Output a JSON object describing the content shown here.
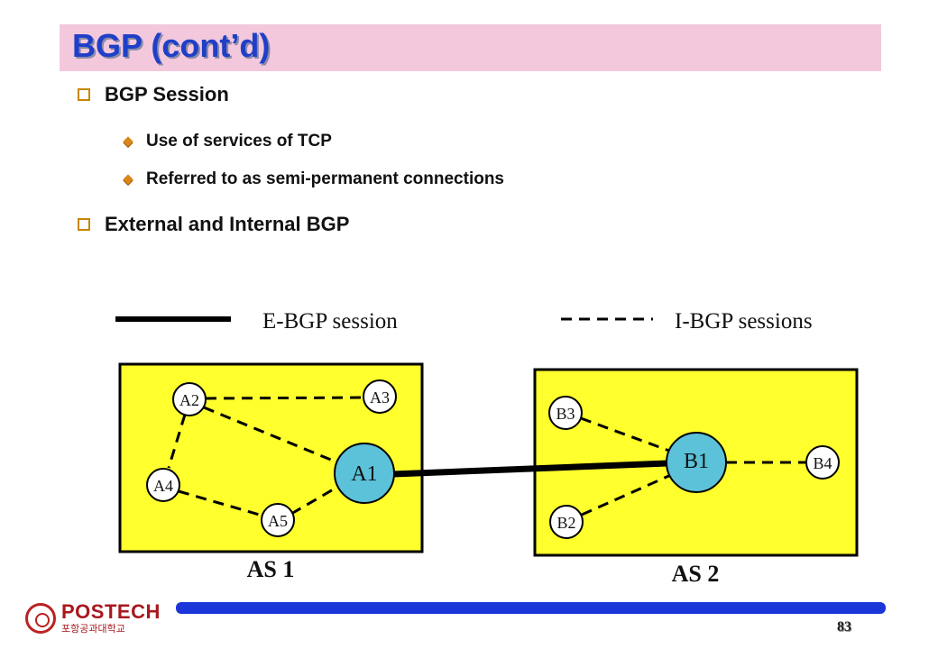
{
  "slide": {
    "title": "BGP (cont’d)",
    "bullets": [
      {
        "text": "BGP Session",
        "subs": [
          "Use of services of TCP",
          "Referred to as semi-permanent connections"
        ]
      },
      {
        "text": "External and Internal BGP",
        "subs": []
      }
    ],
    "page_number": "83"
  },
  "legend": {
    "ebgp_label": "E-BGP session",
    "ibgp_label": "I-BGP sessions"
  },
  "as1": {
    "label": "AS 1",
    "nodes": {
      "a1": "A1",
      "a2": "A2",
      "a3": "A3",
      "a4": "A4",
      "a5": "A5"
    }
  },
  "as2": {
    "label": "AS 2",
    "nodes": {
      "b1": "B1",
      "b2": "B2",
      "b3": "B3",
      "b4": "B4"
    }
  },
  "footer": {
    "logo_name": "POSTECH",
    "logo_sub": "포항공과대학교"
  },
  "colors": {
    "as_fill": "#ffff2e",
    "router_main": "#5bc2d9",
    "router_minor": "#ffffff",
    "title_blue": "#1f3fc8",
    "footer_blue": "#1a35d8"
  },
  "icons": {
    "level1": "hollow-square-icon",
    "level2": "diamond-bullet-icon"
  }
}
